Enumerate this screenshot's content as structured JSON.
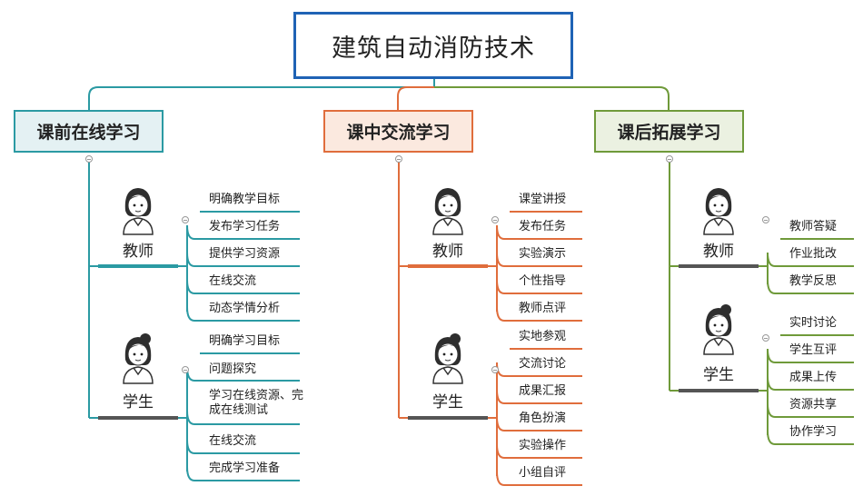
{
  "title": "建筑自动消防技术",
  "branches": [
    {
      "label": "课前在线学习",
      "color": "#2b9aa3",
      "teacher": {
        "label": "教师",
        "items": [
          "明确教学目标",
          "发布学习任务",
          "提供学习资源",
          "在线交流",
          "动态学情分析"
        ]
      },
      "student": {
        "label": "学生",
        "items": [
          "明确学习目标",
          "问题探究",
          "学习在线资源、完成在线测试",
          "在线交流",
          "完成学习准备"
        ]
      }
    },
    {
      "label": "课中交流学习",
      "color": "#e06d3c",
      "teacher": {
        "label": "教师",
        "items": [
          "课堂讲授",
          "发布任务",
          "实验演示",
          "个性指导",
          "教师点评"
        ]
      },
      "student": {
        "label": "学生",
        "items": [
          "实地参观",
          "交流讨论",
          "成果汇报",
          "角色扮演",
          "实验操作",
          "小组自评"
        ]
      }
    },
    {
      "label": "课后拓展学习",
      "color": "#6f9a3a",
      "teacher": {
        "label": "教师",
        "items": [
          "教师答疑",
          "作业批改",
          "教学反思"
        ]
      },
      "student": {
        "label": "学生",
        "items": [
          "实时讨论",
          "学生互评",
          "成果上传",
          "资源共享",
          "协作学习"
        ]
      }
    }
  ],
  "colors": {
    "root_border": "#1f63b5",
    "role_underline_teacher": [
      "#2b9aa3",
      "#e06d3c",
      "#555555"
    ]
  }
}
